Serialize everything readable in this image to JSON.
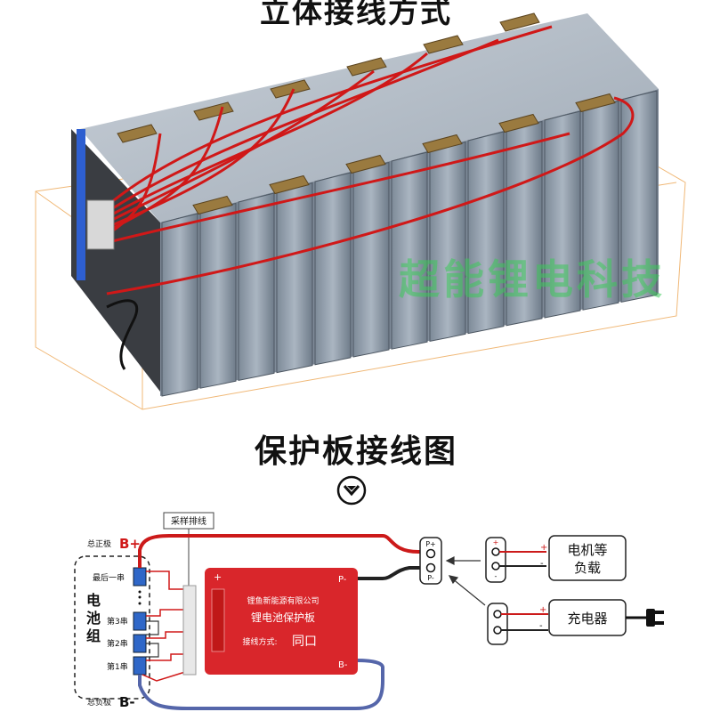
{
  "top_title": "立体接线方式",
  "watermark": "超能锂电科技",
  "section_title": "保护板接线图",
  "wiring": {
    "sampling_label": "采样排线",
    "battery_group_label": [
      "电",
      "池",
      "组"
    ],
    "total_pos_label": "总正极",
    "b_plus": "B+",
    "last_cell_label": "最后一串",
    "cell_labels": [
      "第3串",
      "第2串",
      "第1串"
    ],
    "total_neg_label": "总负极",
    "b_minus": "B-",
    "board": {
      "company": "锂鱼新能源有限公司",
      "name": "锂电池保护板",
      "mode_label": "接线方式:",
      "mode_value": "同口",
      "p_minus": "P-",
      "b_minus": "B-",
      "plus": "+"
    },
    "connector_p_plus": "P+",
    "connector_p_minus": "P-",
    "load_label": [
      "电机等",
      "负载"
    ],
    "charger_label": "充电器",
    "plus": "+",
    "minus": "-"
  },
  "colors": {
    "board_red": "#d9262b",
    "wire_red": "#cc1a1a",
    "wire_blue": "#5566aa",
    "cell_blue": "#2f67c8"
  }
}
